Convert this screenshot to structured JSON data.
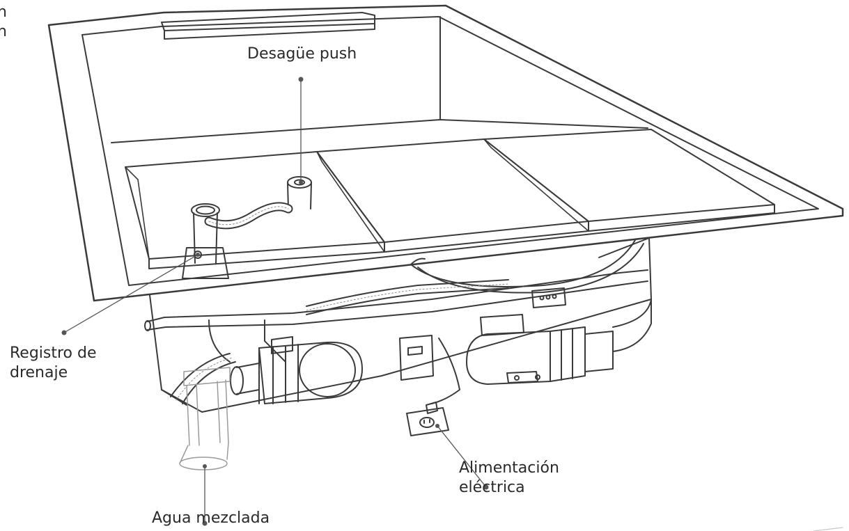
{
  "labels": {
    "desague": "Desagüe push",
    "registro_line1": "Registro de",
    "registro_line2": "drenaje",
    "agua": "Agua mezclada",
    "alim_line1": "Alimentación",
    "alim_line2": "eléctrica",
    "corner_1": "n",
    "corner_2": "n"
  },
  "colors": {
    "stroke": "#3a3a3a",
    "light_stroke": "#9a9a9a",
    "text": "#2a2a2a",
    "background": "#ffffff"
  }
}
